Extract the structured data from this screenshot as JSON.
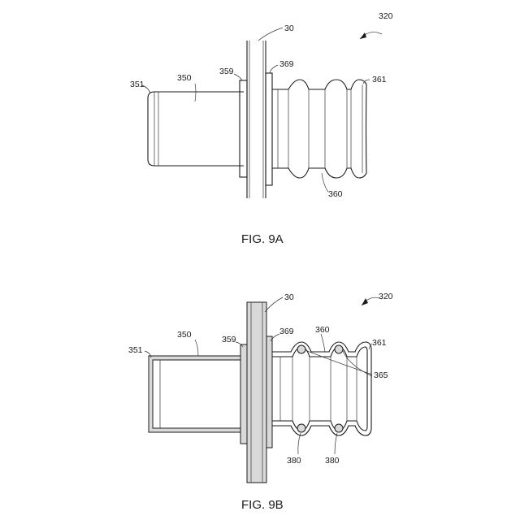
{
  "figures": [
    {
      "caption": "FIG. 9A",
      "labels": {
        "assembly": "320",
        "wall": "30",
        "stem": "350",
        "stem_end": "351",
        "flange": "359",
        "collar": "369",
        "bellows": "360",
        "bellows_end": "361"
      }
    },
    {
      "caption": "FIG. 9B",
      "labels": {
        "assembly": "320",
        "wall": "30",
        "stem": "350",
        "stem_end": "351",
        "flange": "359",
        "collar": "369",
        "bellows": "360",
        "bellows_end": "361",
        "seal": "365",
        "ring_left": "380",
        "ring_right": "380"
      }
    }
  ]
}
